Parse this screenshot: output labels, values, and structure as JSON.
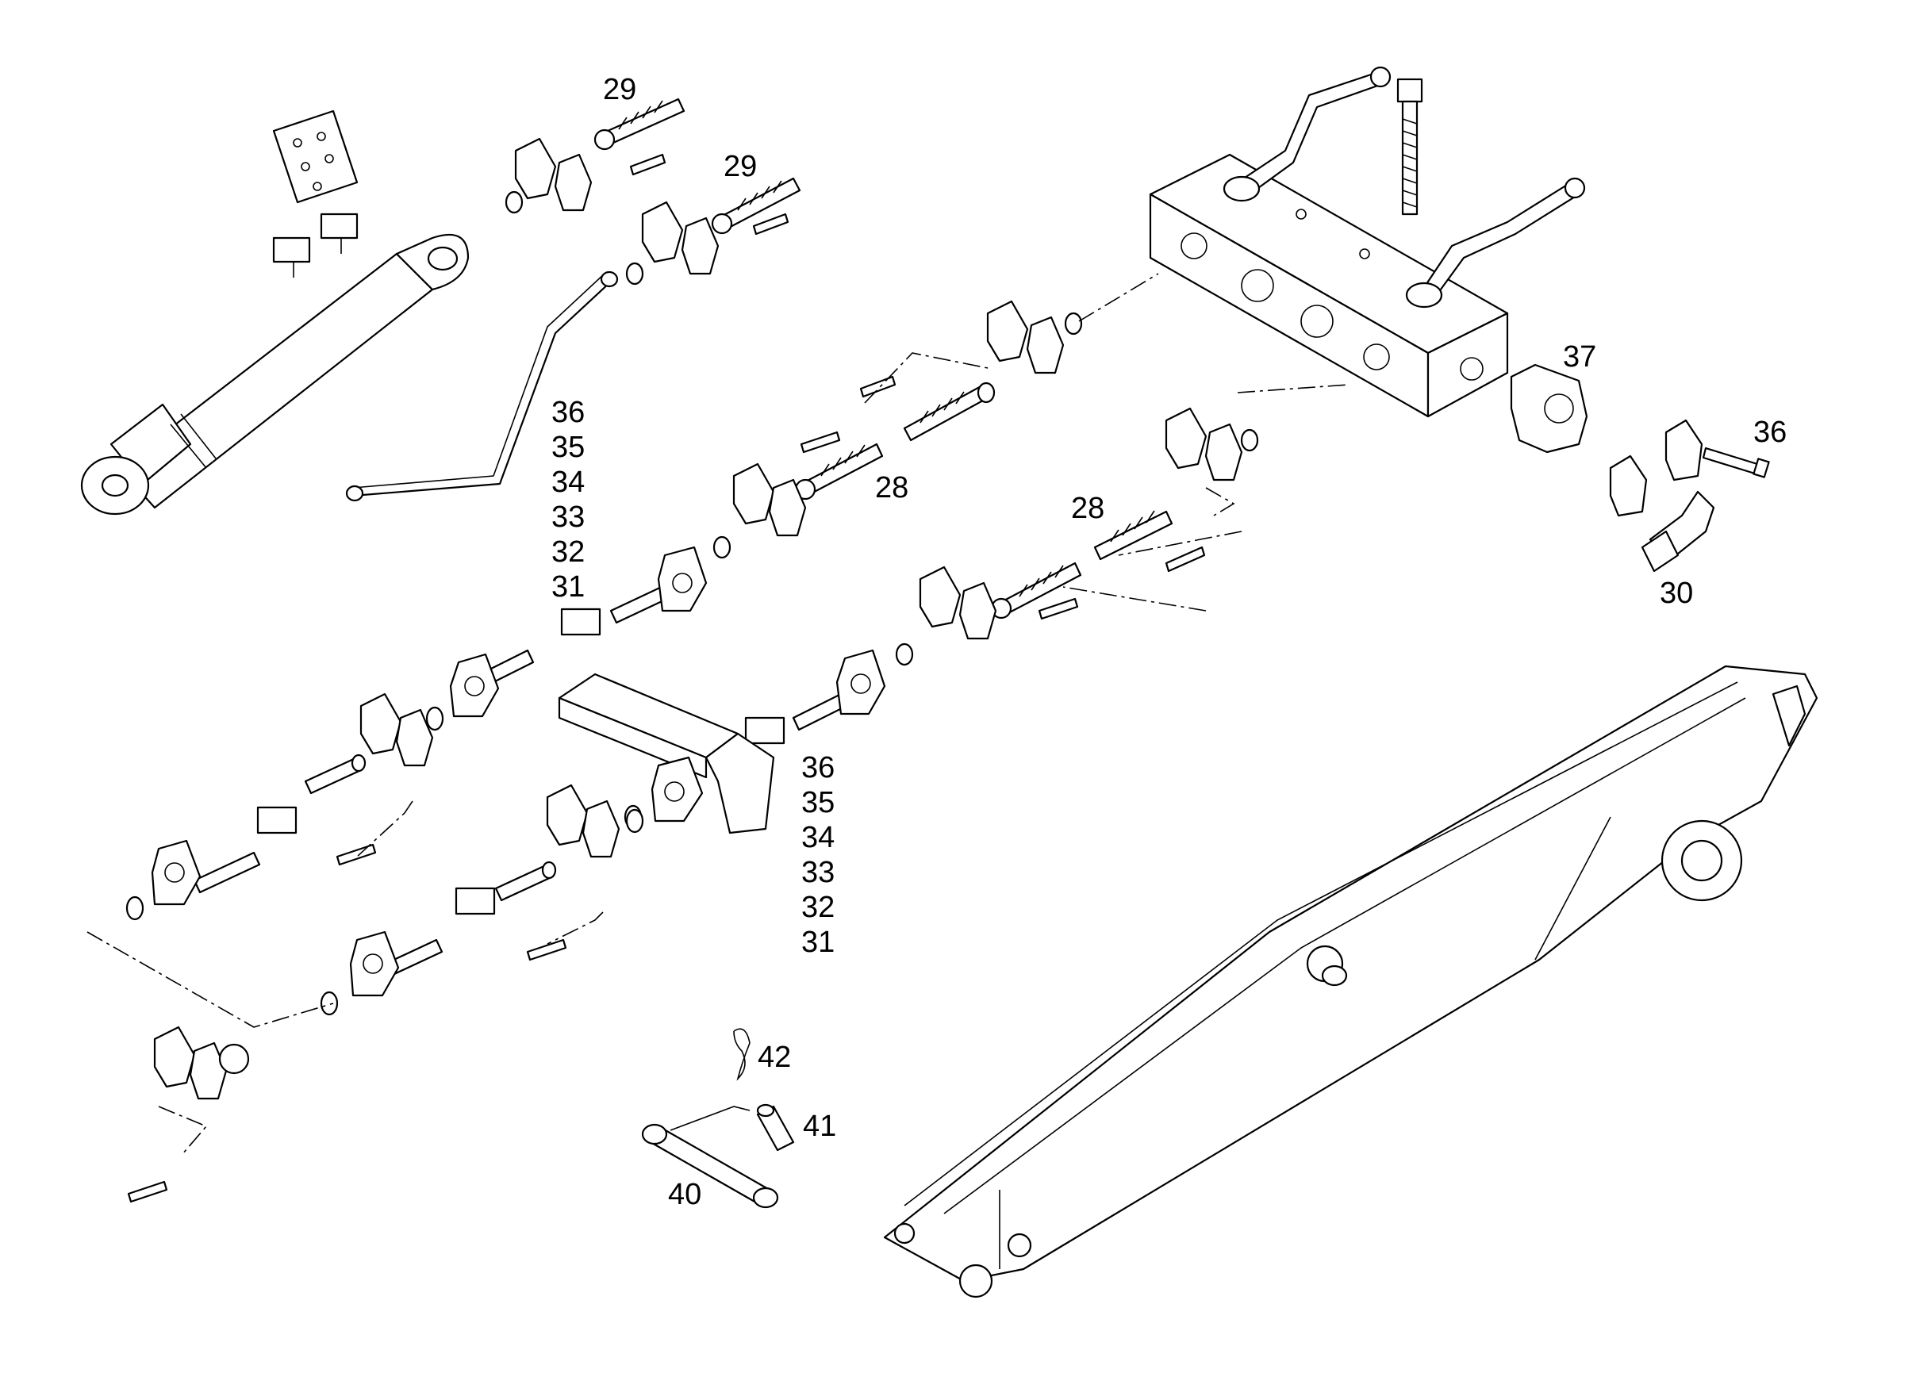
{
  "callouts": {
    "c29a": "29",
    "c29b": "29",
    "c28a": "28",
    "c28b": "28",
    "c37": "37",
    "c36r": "36",
    "c30": "30",
    "c42": "42",
    "c41": "41",
    "c40": "40"
  },
  "stack_left": [
    "36",
    "35",
    "34",
    "33",
    "32",
    "31"
  ],
  "stack_right": [
    "36",
    "35",
    "34",
    "33",
    "32",
    "31"
  ]
}
